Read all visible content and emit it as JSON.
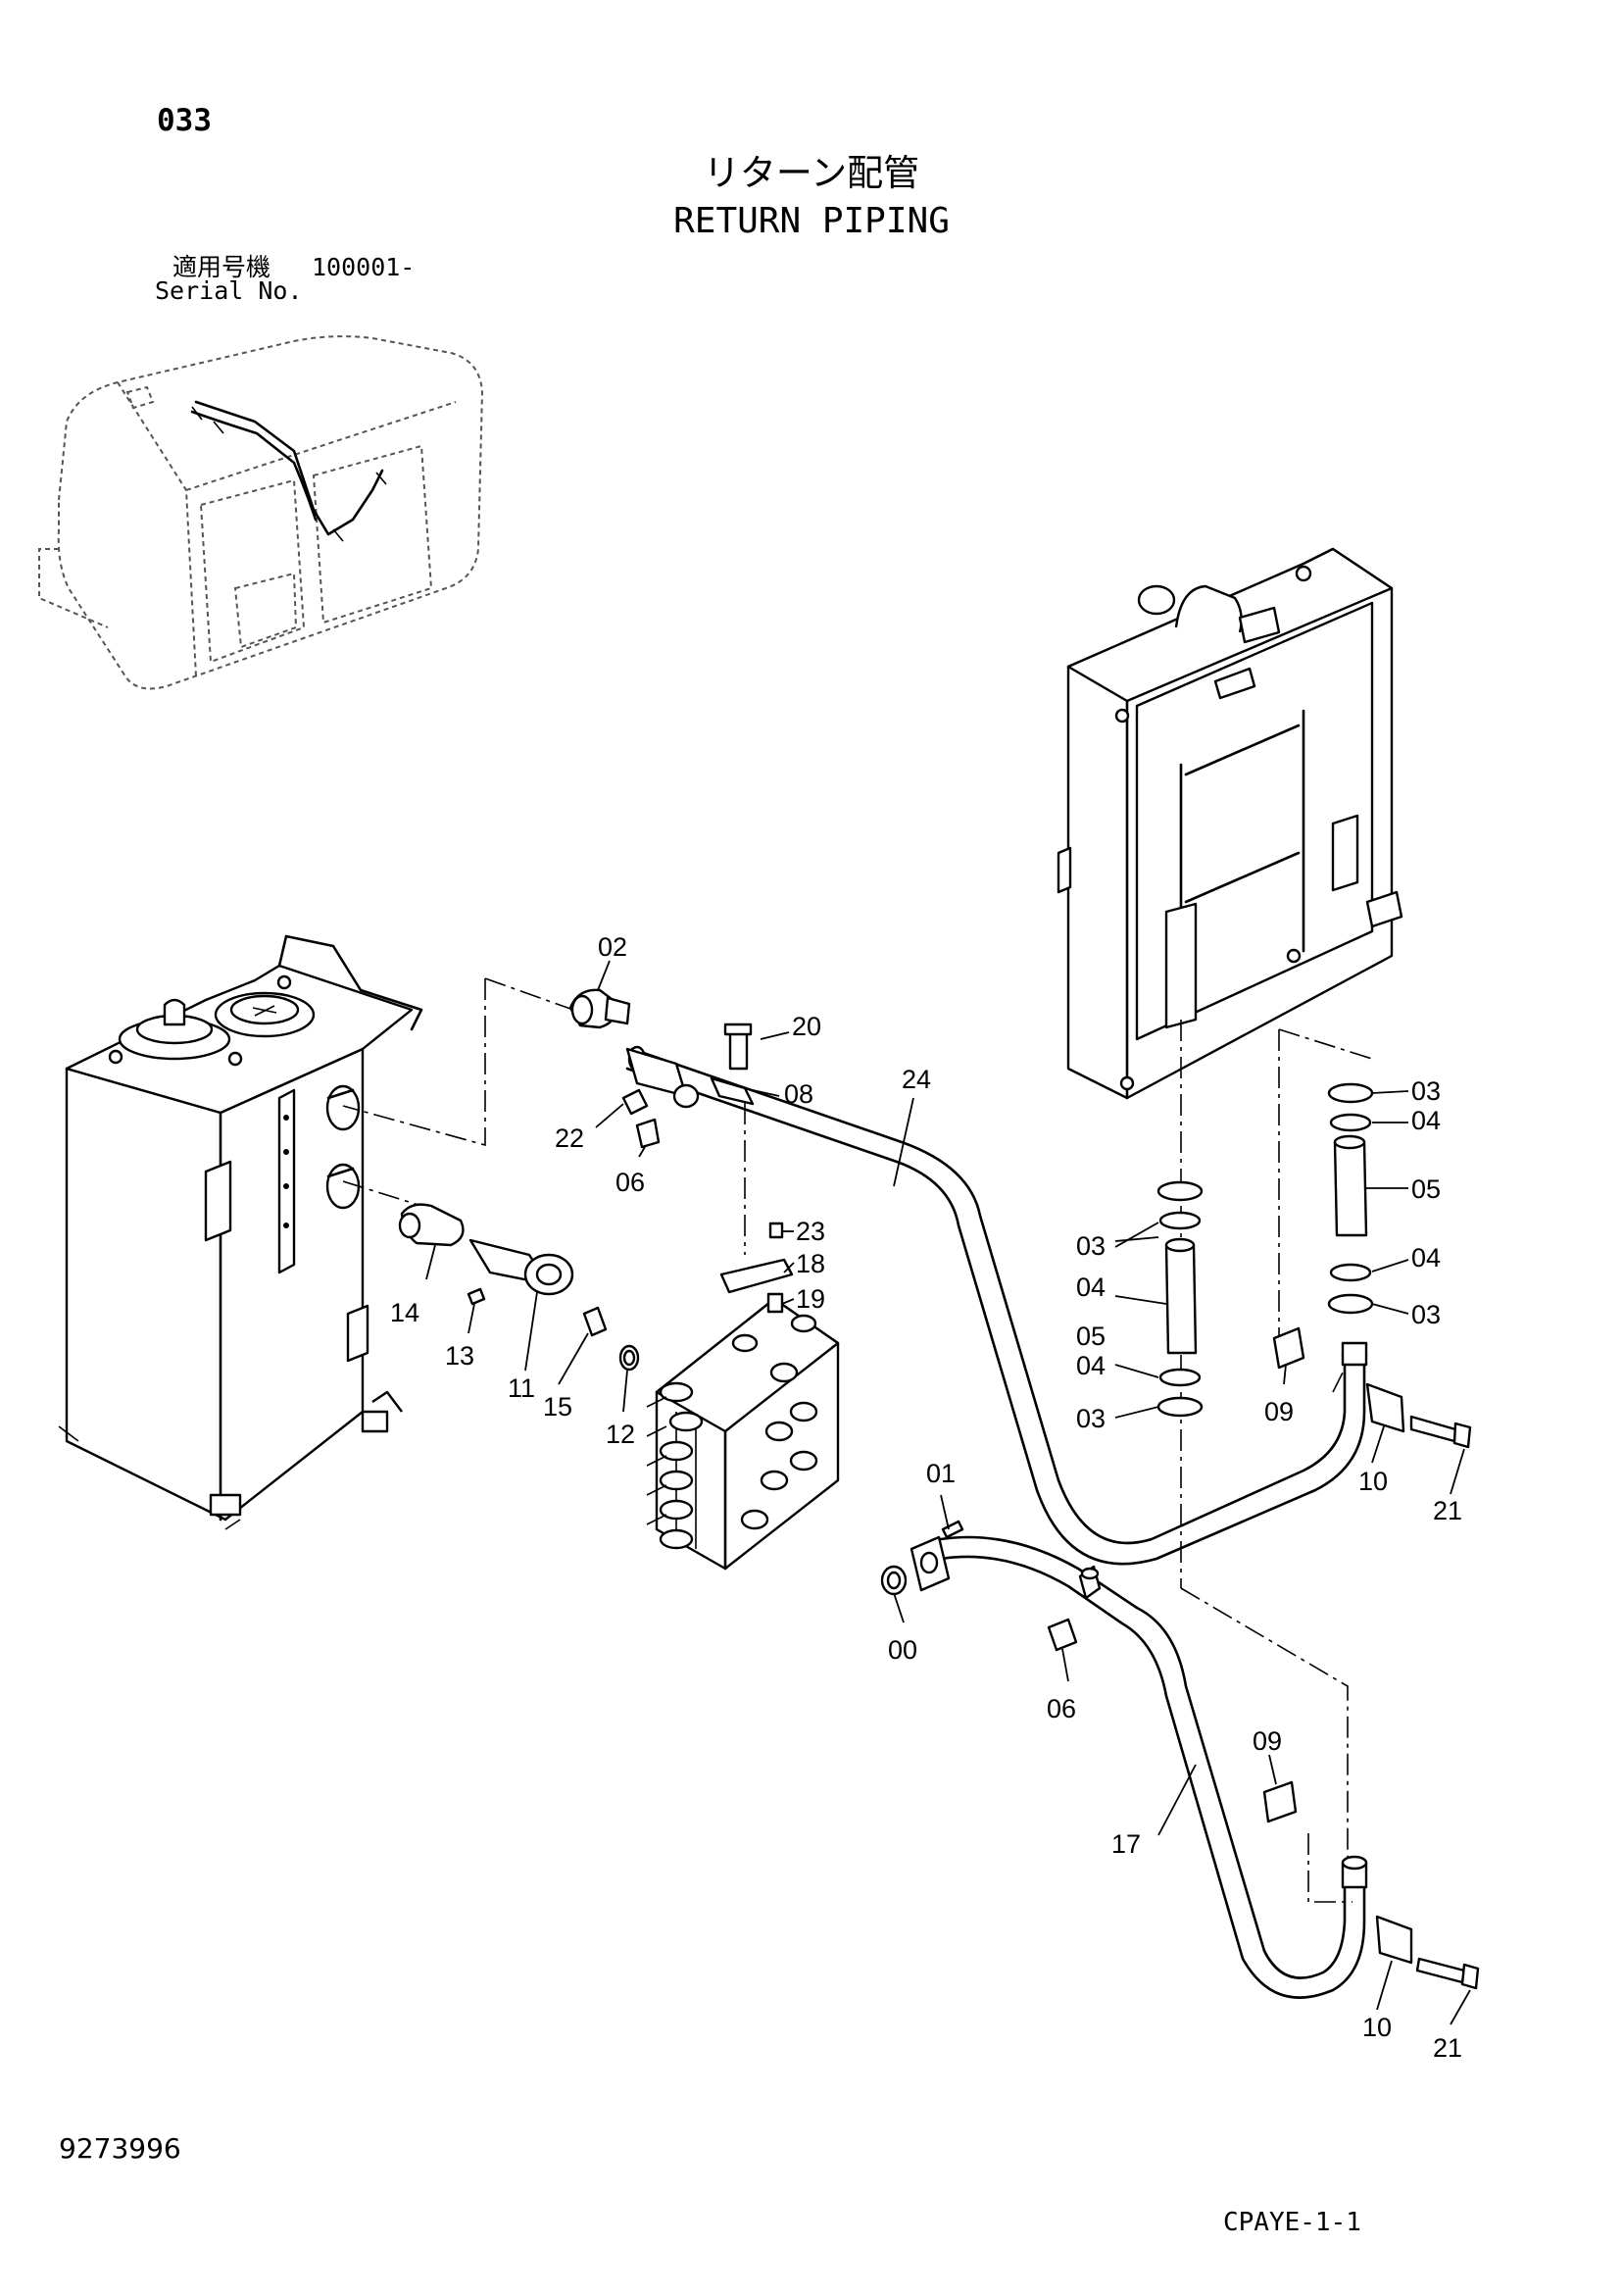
{
  "header": {
    "page_number": "033",
    "title_ja": "リターン配管",
    "title_en": "RETURN PIPING",
    "serial_label_ja": "適用号機",
    "serial_number": "100001-",
    "serial_label_en": "Serial No."
  },
  "footer": {
    "document_number": "9273996",
    "figure_code": "CPAYE-1-1"
  },
  "callouts": {
    "c00": "00",
    "c01": "01",
    "c02": "02",
    "c03a": "03",
    "c03b": "03",
    "c03c": "03",
    "c03d": "03",
    "c04a": "04",
    "c04b": "04",
    "c04c": "04",
    "c04d": "04",
    "c05a": "05",
    "c05b": "05",
    "c06a": "06",
    "c06b": "06",
    "c08": "08",
    "c09a": "09",
    "c09b": "09",
    "c10a": "10",
    "c10b": "10",
    "c11": "11",
    "c12": "12",
    "c13": "13",
    "c14": "14",
    "c15": "15",
    "c17": "17",
    "c18": "18",
    "c19": "19",
    "c20": "20",
    "c21a": "21",
    "c21b": "21",
    "c22": "22",
    "c23": "23",
    "c24": "24"
  }
}
